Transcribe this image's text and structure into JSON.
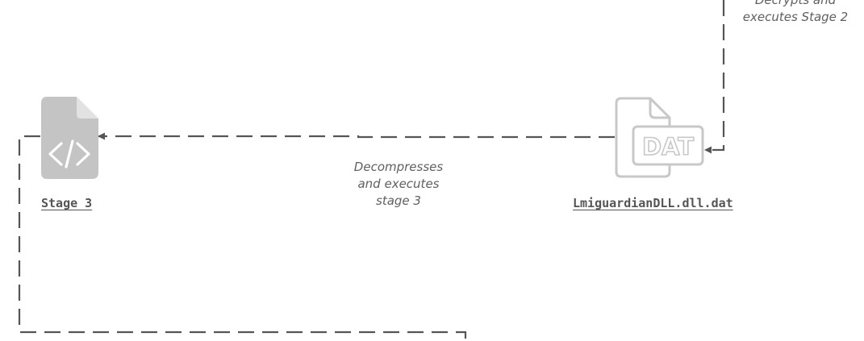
{
  "nodes": {
    "stage3": {
      "label": "Stage 3",
      "icon": "code-file-icon"
    },
    "dat_file": {
      "label": "LmiguardianDLL.dll.dat",
      "icon": "dat-file-icon",
      "badge": "DAT"
    }
  },
  "edges": {
    "decrypt_stage2": {
      "line1": "Decrypts and",
      "line2": "executes Stage 2"
    },
    "decompress_stage3": {
      "line1": "Decompresses",
      "line2": "and executes",
      "line3": "stage 3"
    }
  },
  "colors": {
    "line": "#555555",
    "stage3_icon_fill": "#c4c4c4",
    "dat_icon_stroke": "#c8c8c8",
    "caption_text": "#5f5f5f"
  }
}
